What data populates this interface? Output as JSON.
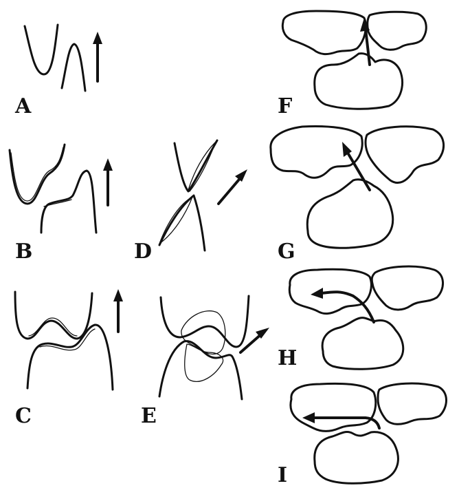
{
  "labels": {
    "A": "A",
    "B": "B",
    "C": "C",
    "D": "D",
    "E": "E",
    "F": "F",
    "G": "G",
    "H": "H",
    "I": "I"
  },
  "colors": {
    "ink": "#111111",
    "background": "#ffffff"
  }
}
